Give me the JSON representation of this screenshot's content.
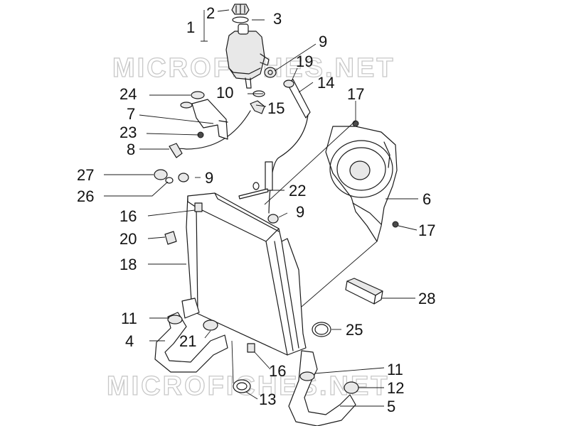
{
  "watermark": {
    "text": "MICROFICHES.NET",
    "color": "#c8c8c8"
  },
  "callouts": [
    "1",
    "2",
    "3",
    "9",
    "19",
    "14",
    "24",
    "10",
    "15",
    "17",
    "7",
    "23",
    "8",
    "27",
    "9",
    "26",
    "22",
    "6",
    "16",
    "9",
    "20",
    "17",
    "18",
    "28",
    "11",
    "4",
    "21",
    "25",
    "16",
    "11",
    "12",
    "13",
    "5"
  ],
  "colors": {
    "line": "#1a1a1a",
    "background": "#ffffff"
  }
}
